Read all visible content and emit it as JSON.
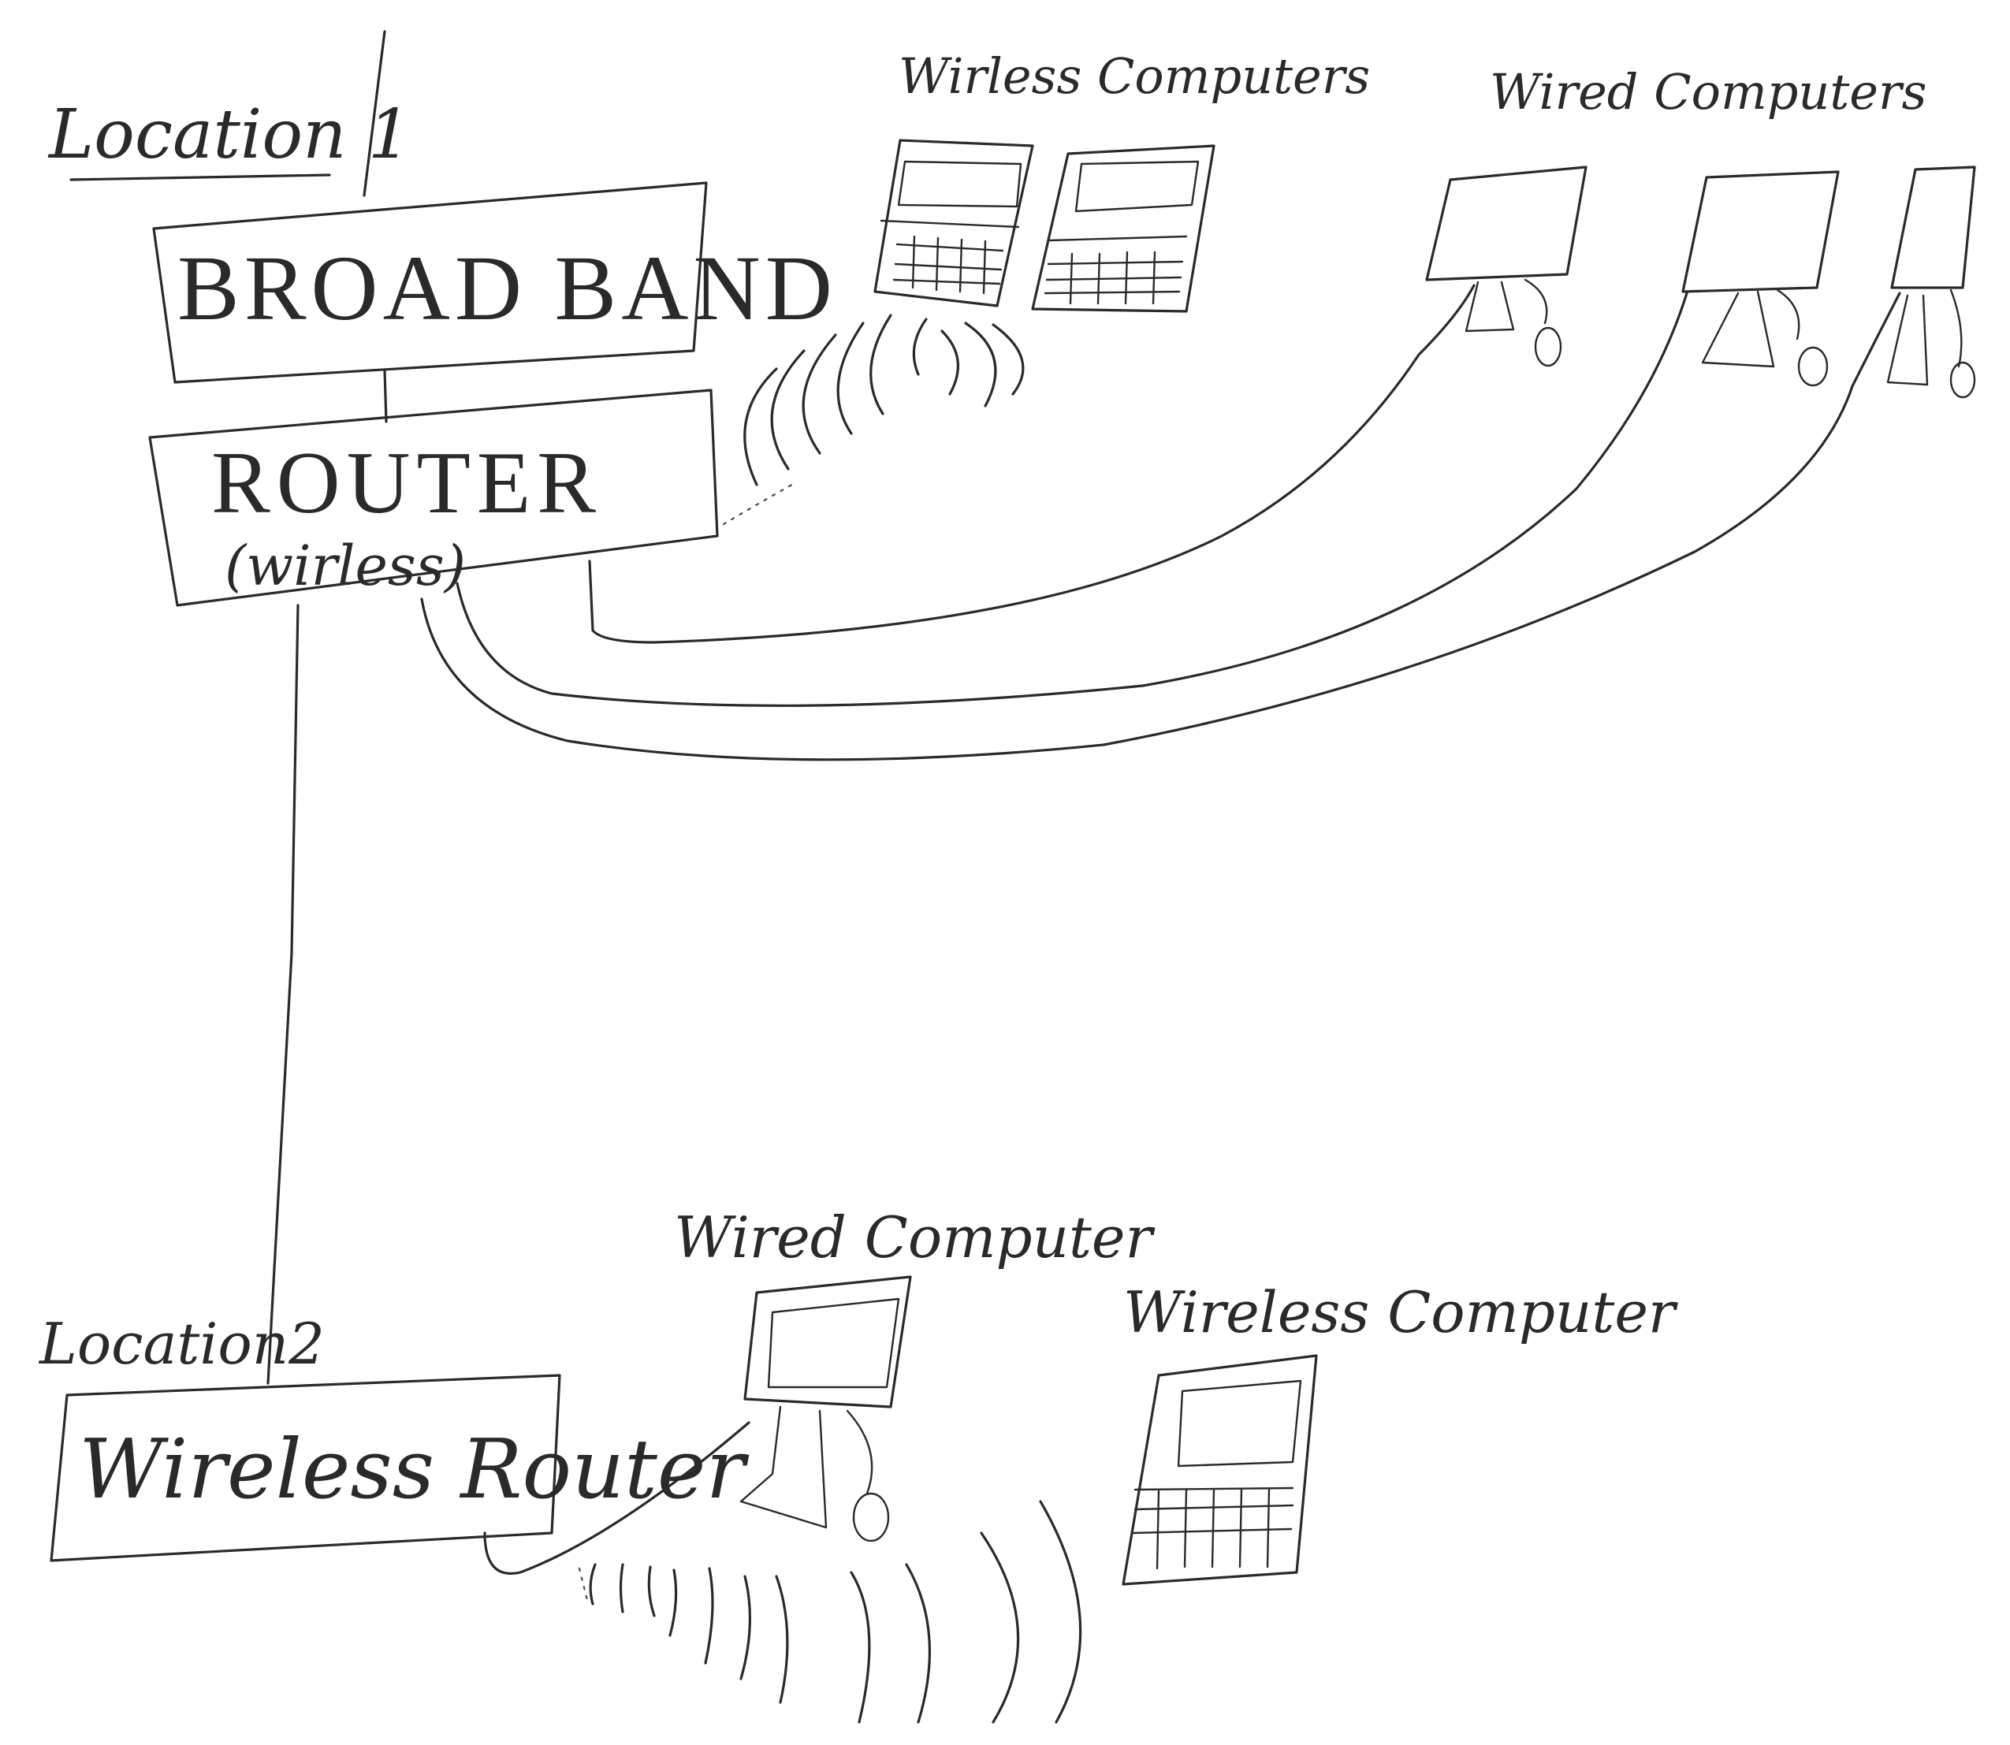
{
  "location1": {
    "label": "Location 1",
    "broadband_label": "BROAD BAND",
    "router_label": "ROUTER",
    "router_sublabel": "(wirless)",
    "wireless_computers_label": "Wirless Computers",
    "wired_computers_label": "Wired Computers"
  },
  "location2": {
    "label": "Location2",
    "router_label": "Wireless Router",
    "wired_computer_label": "Wired Computer",
    "wireless_computer_label": "Wireless Computer"
  },
  "icons": [
    "laptop-icon",
    "desktop-computer-icon",
    "mouse-icon",
    "wifi-signal-icon"
  ]
}
